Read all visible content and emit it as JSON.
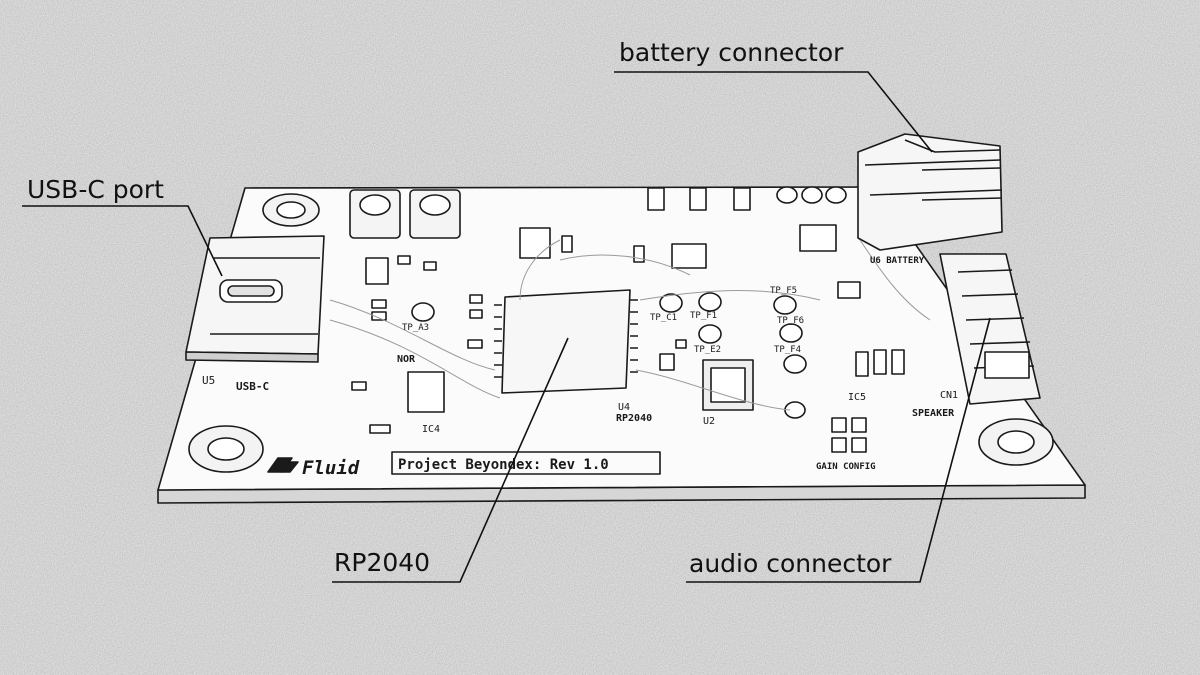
{
  "callouts": {
    "battery": "battery connector",
    "usb": "USB-C port",
    "rp2040": "RP2040",
    "audio": "audio connector"
  },
  "board": {
    "brand": "Fluid",
    "project": "Project Beyondex: Rev 1.0",
    "silkscreen": {
      "usb_c": "USB-C",
      "nor": "NOR",
      "rp2040": "RP2040",
      "speaker": "SPEAKER",
      "gain_config": "GAIN CONFIG",
      "battery": "U6 BATTERY",
      "u5": "U5",
      "u4": "U4",
      "u2": "U2",
      "ic4": "IC4",
      "ic5": "IC5",
      "cn1": "CN1",
      "tp_a3": "TP_A3",
      "tp_c1": "TP_C1",
      "tp_f1": "TP_F1",
      "tp_e2": "TP_E2",
      "tp_f5": "TP_F5",
      "tp_f6": "TP_F6",
      "tp_f4": "TP_F4"
    }
  },
  "colors": {
    "background": "#ececec",
    "ink": "#111111",
    "board": "#fbfbfb"
  }
}
